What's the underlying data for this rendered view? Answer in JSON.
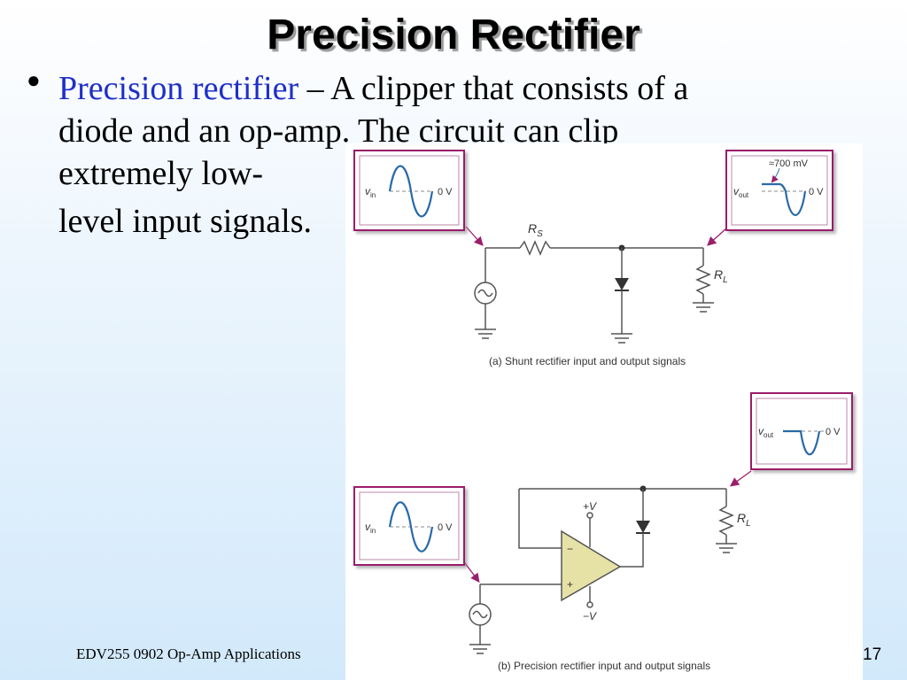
{
  "slide": {
    "title": "Precision Rectifier",
    "bullet": {
      "term": "Precision rectifier",
      "dash": "–",
      "text_1": "A clipper that consists of a",
      "text_2": "diode and an op-amp.  The circuit can clip",
      "text_3": "extremely low-",
      "text_4": "level input signals."
    },
    "footer": "EDV255 0902 Op-Amp Applications",
    "page_number": "17"
  },
  "figure": {
    "a": {
      "caption": "(a)  Shunt rectifier input and output signals",
      "in_scope": {
        "label": "v",
        "sub": "in",
        "ref": "0 V"
      },
      "out_scope": {
        "label": "v",
        "sub": "out",
        "ref": "0 V",
        "annotation": "≈700 mV"
      },
      "rs_label": "R",
      "rs_sub": "S",
      "rl_label": "R",
      "rl_sub": "L"
    },
    "b": {
      "caption": "(b)  Precision rectifier input and output signals",
      "in_scope": {
        "label": "v",
        "sub": "in",
        "ref": "0 V"
      },
      "out_scope": {
        "label": "v",
        "sub": "out",
        "ref": "0 V"
      },
      "vplus": "+V",
      "vminus": "−V",
      "inv": "−",
      "noninv": "+",
      "rl_label": "R",
      "rl_sub": "L"
    }
  },
  "colors": {
    "scope_border": "#9a1f6a",
    "term": "#1f2fc8",
    "opamp_fill": "#e6e2a6",
    "waveform": "#2a6aa8"
  }
}
